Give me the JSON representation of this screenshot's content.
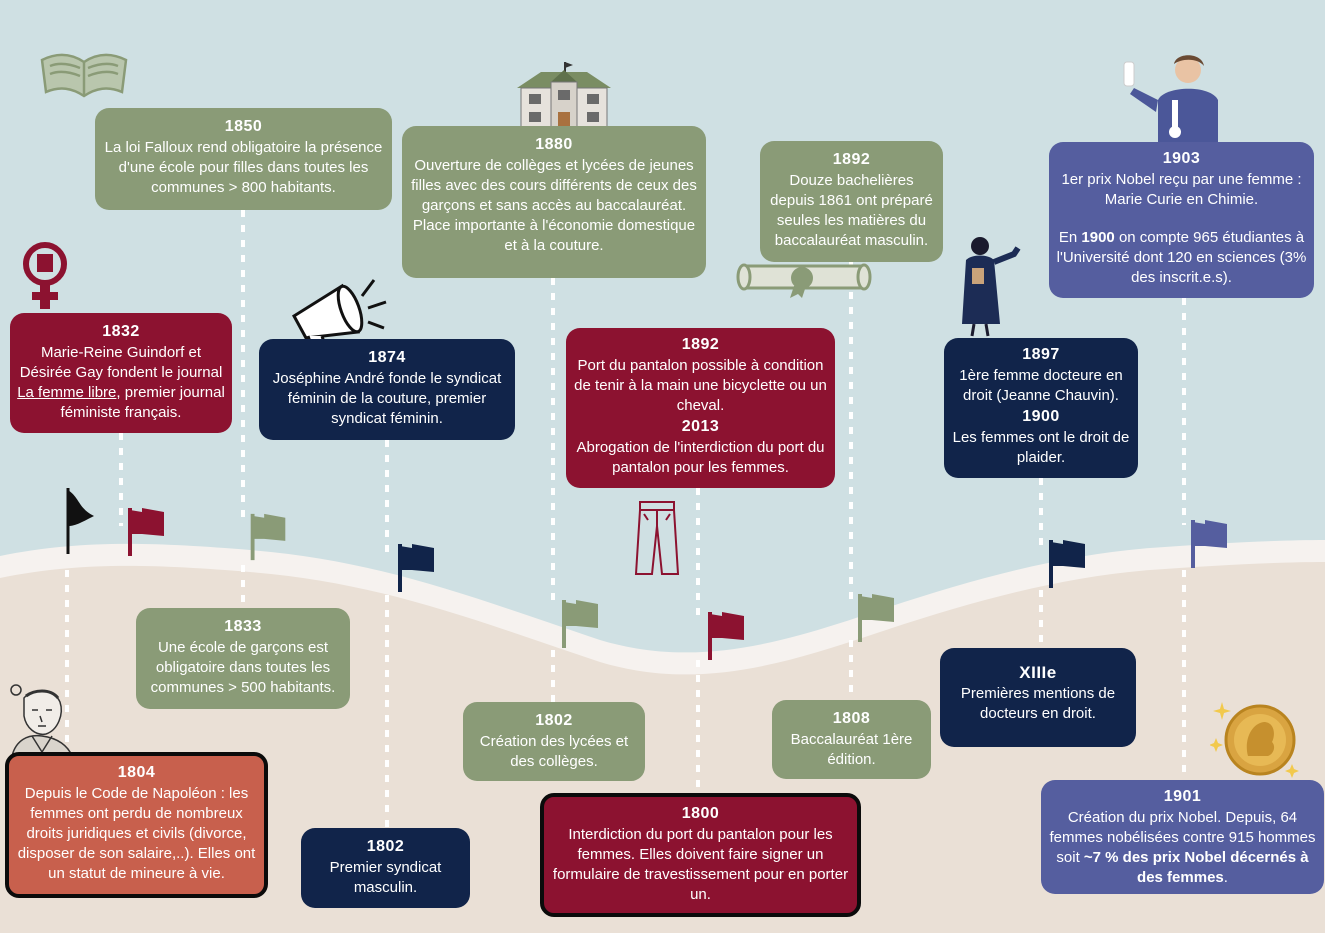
{
  "colors": {
    "sky": "#cfe0e3",
    "ground": "#eae0d6",
    "green": "#8a9b77",
    "burgundy": "#8c1230",
    "navy": "#11244a",
    "purple": "#555e9f",
    "orange": "#c8604d"
  },
  "icons": [
    "book-icon",
    "school-building-icon",
    "feminist-fist-icon",
    "megaphone-icon",
    "diploma-scroll-icon",
    "female-graduate-icon",
    "marie-curie-icon",
    "napoleon-portrait-icon",
    "trousers-icon",
    "nobel-medal-icon",
    "flag-icon"
  ],
  "top_events": [
    {
      "id": "1832",
      "year": "1832",
      "line1": "Marie-Reine Guindorf et Désirée Gay fondent le journal",
      "link": "La femme libre",
      "line2": ", premier journal féministe français."
    },
    {
      "id": "1850",
      "year": "1850",
      "text": "La loi Falloux rend obligatoire la présence d'une école pour filles dans toutes les communes > 800 habitants."
    },
    {
      "id": "1874",
      "year": "1874",
      "text": "Joséphine André fonde le syndicat féminin de la couture, premier syndicat féminin."
    },
    {
      "id": "1880",
      "year": "1880",
      "text": "Ouverture de collèges et lycées de jeunes filles avec des cours différents de ceux des garçons et sans accès au baccalauréat. Place importante à l'économie domestique et à la couture."
    },
    {
      "id": "1892a",
      "year": "1892",
      "text": "Port du pantalon possible à condition de tenir à la main une bicyclette ou un cheval.",
      "year2": "2013",
      "text2": "Abrogation de l'interdiction du port du pantalon pour les femmes."
    },
    {
      "id": "1892b",
      "year": "1892",
      "text": "Douze bachelières depuis 1861 ont préparé seules les matières du baccalauréat masculin."
    },
    {
      "id": "1897",
      "year": "1897",
      "text": "1ère femme docteure en droit (Jeanne Chauvin).",
      "year2": "1900",
      "text2": "Les femmes ont le droit de plaider."
    },
    {
      "id": "1903",
      "year": "1903",
      "text": "1er prix Nobel reçu par une femme : Marie Curie en Chimie.",
      "pre": "En ",
      "bold1": "1900",
      "text2": " on compte 965 étudiantes à l'Université dont 120 en sciences (3% des inscrit.e.s)."
    }
  ],
  "bottom_events": [
    {
      "id": "1804",
      "year": "1804",
      "text": "Depuis le Code de Napoléon : les femmes  ont perdu  de nombreux droits juridiques et civils (divorce, disposer de son salaire,..). Elles ont un statut de mineure à vie."
    },
    {
      "id": "1833",
      "year": "1833",
      "text": "Une école de garçons est obligatoire dans toutes les communes > 500 habitants."
    },
    {
      "id": "1802a",
      "year": "1802",
      "text": "Premier syndicat masculin."
    },
    {
      "id": "1802b",
      "year": "1802",
      "text": "Création des lycées et des collèges."
    },
    {
      "id": "1800",
      "year": "1800",
      "text": "Interdiction du port du pantalon pour les femmes. Elles doivent faire signer un formulaire de travestissement pour en porter un."
    },
    {
      "id": "1808",
      "year": "1808",
      "text": "Baccalauréat 1ère édition."
    },
    {
      "id": "xiii",
      "year": "XIIIe",
      "text": "Premières mentions de docteurs en droit."
    },
    {
      "id": "1901",
      "year": "1901",
      "text": "Création du prix Nobel. Depuis, 64 femmes nobélisées contre 915 hommes soit ",
      "bold": "~7 % des prix Nobel décernés à des femmes",
      "end": "."
    }
  ]
}
